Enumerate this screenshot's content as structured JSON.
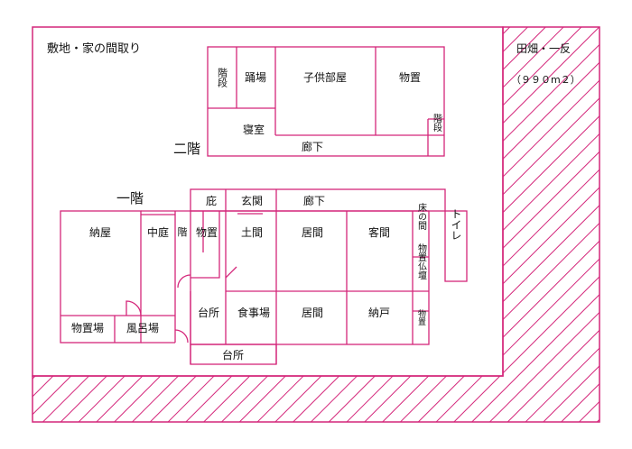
{
  "title": "敷地・家の間取り",
  "field": {
    "name": "田畑・一反",
    "area": "（９９０m２）"
  },
  "floor_labels": {
    "second": "二階",
    "first": "一階"
  },
  "rooms_second": {
    "stairs": "階段",
    "odoriba": "踊場",
    "kodomo": "子供部屋",
    "monooki": "物置",
    "shinshitsu": "寝室",
    "stairs2": "階段",
    "rouka": "廊下"
  },
  "rooms_first": {
    "hisashi": "庇",
    "genkan": "玄関",
    "rouka": "廊下",
    "naya": "納屋",
    "nakaniwa": "中庭",
    "kaidan": "階",
    "monooki": "物置",
    "doma": "土間",
    "ima1": "居間",
    "kyakuma": "客間",
    "toko": "床の間",
    "butsudan": "物置仏壇",
    "toilet": "トイレ",
    "monookiba": "物置場",
    "furoba": "風呂場",
    "daidokoro": "台所",
    "shokujiba": "食事場",
    "ima2": "居間",
    "nando": "納戸",
    "monooki2": "物置",
    "daidokoro2": "台所"
  },
  "colors": {
    "line": "#d4267a",
    "text": "#111111",
    "background": "#ffffff"
  }
}
